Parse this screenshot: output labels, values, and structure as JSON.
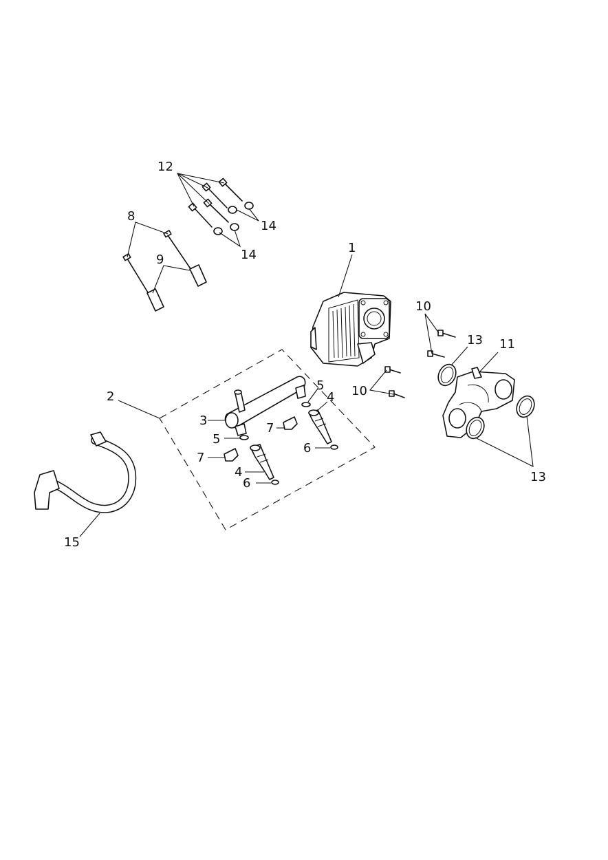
{
  "diagram": {
    "labels": {
      "l1": "1",
      "l2": "2",
      "l3": "3",
      "l4a": "4",
      "l4b": "4",
      "l5a": "5",
      "l5b": "5",
      "l6a": "6",
      "l6b": "6",
      "l7a": "7",
      "l7b": "7",
      "l8": "8",
      "l9": "9",
      "l10a": "10",
      "l10b": "10",
      "l11": "11",
      "l12": "12",
      "l13a": "13",
      "l13b": "13",
      "l14a": "14",
      "l14b": "14",
      "l15": "15"
    }
  }
}
